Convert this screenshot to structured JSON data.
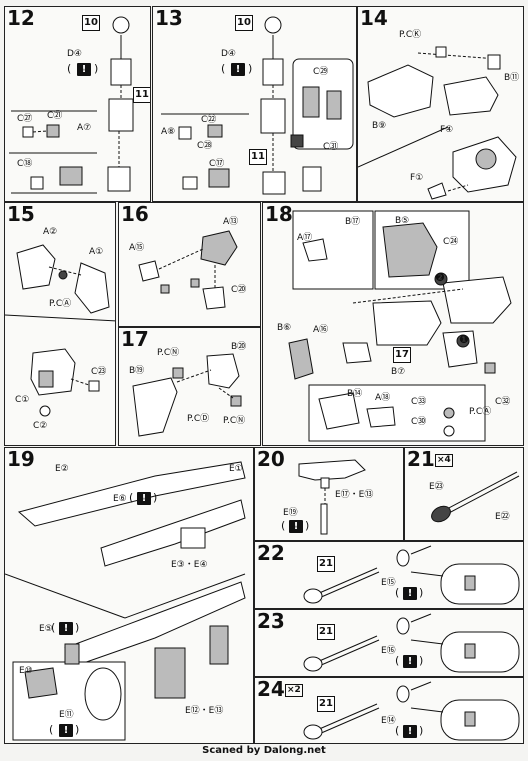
{
  "steps": {
    "s12": {
      "num": "12",
      "ref_box_a": "10",
      "ref_box_b": "11",
      "d_label": "D④",
      "c_top": "C㉗",
      "c_top2": "C㉑",
      "a_label": "A⑦",
      "c_bot": "C⑱",
      "warn": "!"
    },
    "s13": {
      "num": "13",
      "ref_box_a": "10",
      "ref_box_b": "11",
      "d_label": "D④",
      "c_29": "C㉙",
      "c_22": "C㉒",
      "a_8": "A⑧",
      "c_28": "C㉘",
      "c_17": "C⑰",
      "c_31": "C㉛",
      "warn": "!"
    },
    "s14": {
      "num": "14",
      "pc": "P.CⓀ",
      "b11": "B⑪",
      "b9": "B⑨",
      "f4": "F④",
      "f1": "F①"
    },
    "s15": {
      "num": "15",
      "a2": "A②",
      "a1": "A①",
      "pca": "P.CⒶ",
      "c23": "C㉓",
      "c1": "C①",
      "c2": "C②"
    },
    "s16": {
      "num": "16",
      "a13": "A⑬",
      "a15": "A⑮",
      "c20": "C⑳"
    },
    "s17": {
      "num": "17",
      "pcn_top": "P.CⓃ",
      "b20": "B⑳",
      "b19": "B⑲",
      "pcd": "P.CⒹ",
      "pcn_bot": "P.CⓃ"
    },
    "s18": {
      "num": "18",
      "b17": "B⑰",
      "b5": "B⑤",
      "a17": "A⑰",
      "c24": "C㉔",
      "b6": "B⑥",
      "a16": "A⑯",
      "b7": "B⑦",
      "ref17": "17",
      "b14": "B⑭",
      "a18": "A⑱",
      "c33": "C㉝",
      "c30": "C㉚",
      "pca": "P.CⒶ",
      "c32": "C㉜",
      "circ1": "❶",
      "circ2": "❷"
    },
    "s19": {
      "num": "19",
      "e2": "E②",
      "e1": "E①",
      "e6": "E⑥",
      "e3e4": "E③・E④",
      "e5": "E⑤",
      "e12e13": "E⑫・E⑬",
      "e10": "E⑩",
      "e11": "E⑪",
      "warn": "!"
    },
    "s20": {
      "num": "20",
      "e17e13": "E⑰・E⑬",
      "e19": "E⑲",
      "warn": "!"
    },
    "s21": {
      "num": "21",
      "mult": "×4",
      "e23": "E㉓",
      "e22": "E㉒"
    },
    "s22": {
      "num": "22",
      "ref": "21",
      "e15": "E⑮",
      "warn": "!"
    },
    "s23": {
      "num": "23",
      "ref": "21",
      "e16": "E⑯",
      "warn": "!"
    },
    "s24": {
      "num": "24",
      "mult": "×2",
      "ref": "21",
      "e14": "E⑭",
      "warn": "!"
    }
  },
  "footer": "Scaned by Dalong.net"
}
